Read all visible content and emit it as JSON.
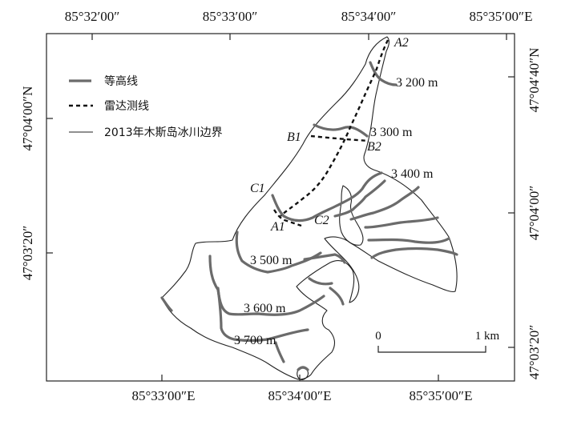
{
  "map": {
    "top_labels": [
      "85°32′00″",
      "85°33′00″",
      "85°34′00″",
      "85°35′00″E"
    ],
    "bottom_labels": [
      "85°33′00″E",
      "85°34′00″E",
      "85°35′00″E"
    ],
    "left_labels": [
      "47°04′00″N",
      "47°03′20″"
    ],
    "right_labels": [
      "47°04′40″N",
      "47°04′00″",
      "47°03′20″"
    ],
    "legend": {
      "contour": "等高线",
      "radar": "雷达测线",
      "boundary": "2013年木斯岛冰川边界"
    },
    "elevations": [
      "3 200 m",
      "3 300 m",
      "3 400 m",
      "3 500 m",
      "3 600 m",
      "3 700 m"
    ],
    "points": [
      "A2",
      "B1",
      "B2",
      "C1",
      "A1",
      "C2"
    ],
    "scale": {
      "start": "0",
      "end": "1 km"
    },
    "colors": {
      "contour": "#6b6b6b",
      "boundary": "#222222",
      "radar": "#111111"
    }
  }
}
